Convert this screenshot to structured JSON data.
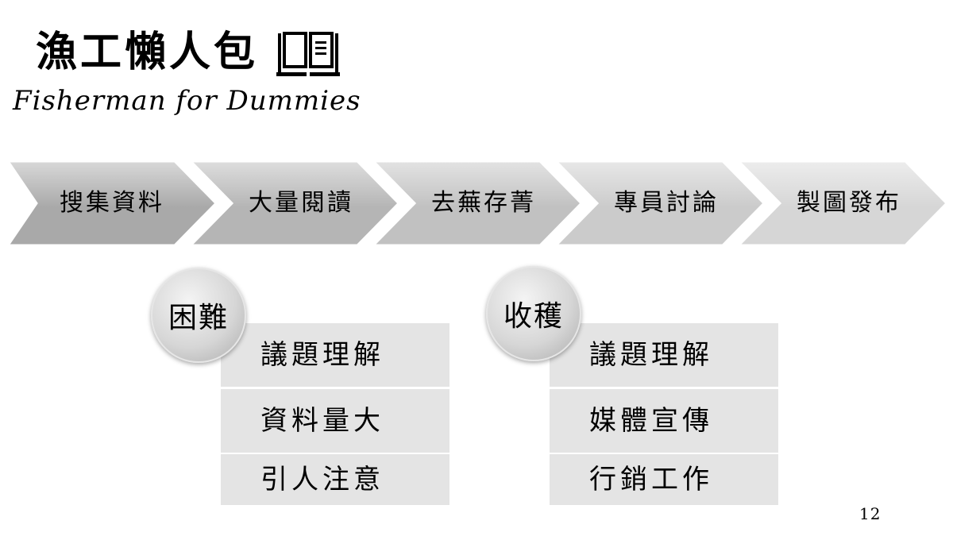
{
  "slide": {
    "title": "漁工懶人包",
    "subtitle": "Fisherman for Dummies",
    "title_icon": "book-icon",
    "page_number": "12"
  },
  "process": {
    "steps": [
      {
        "label": "搜集資料",
        "color": "#a9a9a9"
      },
      {
        "label": "大量閱讀",
        "color": "#b5b5b5"
      },
      {
        "label": "去蕪存菁",
        "color": "#c1c1c1"
      },
      {
        "label": "專員討論",
        "color": "#cbcbcb"
      },
      {
        "label": "製圖發布",
        "color": "#d6d6d6"
      }
    ]
  },
  "difficulties": {
    "badge": "困難",
    "items": [
      "議題理解",
      "資料量大",
      "引人注意"
    ]
  },
  "gains": {
    "badge": "收穫",
    "items": [
      "議題理解",
      "媒體宣傳",
      "行銷工作"
    ]
  },
  "colors": {
    "list_background": "#e4e4e4",
    "arrow_darkest": "#a9a9a9",
    "arrow_lightest": "#d6d6d6"
  }
}
